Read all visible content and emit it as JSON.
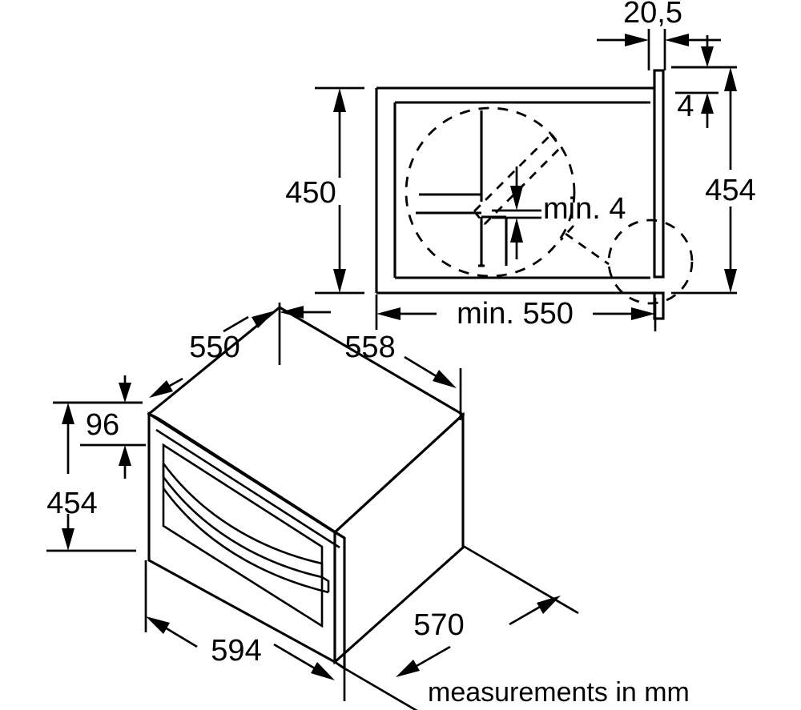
{
  "drawing": {
    "title": "Built-in oven installation dimension drawing",
    "caption": "measurements in mm",
    "units": "mm",
    "line_color": "#000000",
    "background_color": "#ffffff"
  },
  "top_view": {
    "name": "cabinet-cutout-front-view",
    "dimensions": {
      "cutout_height": "450",
      "cutout_width": "min. 550",
      "appliance_front_height": "454",
      "panel_thickness": "20,5",
      "top_gap": "4",
      "hinge_clearance": "min. 4"
    }
  },
  "bottom_view": {
    "name": "oven-isometric-view",
    "dimensions": {
      "body_width_top": "550",
      "body_depth": "558",
      "front_panel_top_offset": "96",
      "front_panel_height": "454",
      "front_panel_width": "594",
      "overall_depth": "570"
    }
  },
  "labels": {
    "d_450": "450",
    "d_min550": "min. 550",
    "d_454_top": "454",
    "d_205": "20,5",
    "d_4": "4",
    "d_min4": "min. 4",
    "d_550": "550",
    "d_558": "558",
    "d_96": "96",
    "d_454_bottom": "454",
    "d_594": "594",
    "d_570": "570",
    "caption": "measurements in mm"
  }
}
